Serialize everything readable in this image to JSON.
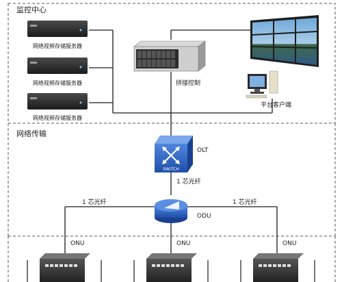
{
  "sections": {
    "monitor": "监控中心",
    "transmission": "网络传输"
  },
  "nvr": {
    "items": [
      {
        "label": "网络视频存储服务器"
      },
      {
        "label": "网络视频存储服务器"
      },
      {
        "label": "网络视频存储服务器"
      }
    ],
    "color": "#2a2a2a"
  },
  "splice": {
    "label": "拼接控制"
  },
  "client": {
    "label": "平台客户端"
  },
  "olt": {
    "label": "OLT",
    "device_text": "SWITCH"
  },
  "odu": {
    "label": "ODU"
  },
  "links": {
    "olt_odu": "1 芯光纤",
    "left": "1 芯光纤",
    "right": "1 芯光纤"
  },
  "onu": {
    "items": [
      {
        "label": "ONU"
      },
      {
        "label": "ONU"
      },
      {
        "label": "ONU"
      }
    ]
  },
  "colors": {
    "switch_blue": "#2a63c9",
    "line": "#1a1a1a",
    "dash": "#555555"
  }
}
